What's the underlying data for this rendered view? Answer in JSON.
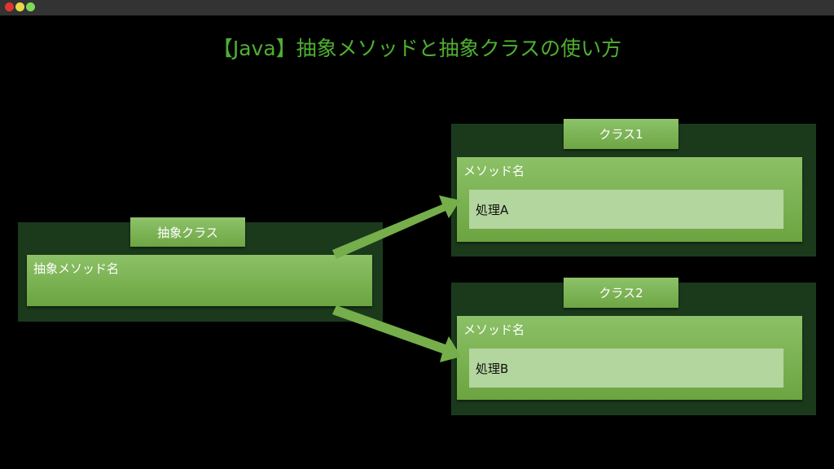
{
  "window": {
    "controls": [
      "close",
      "minimize",
      "maximize"
    ]
  },
  "title": "【Java】抽象メソッドと抽象クラスの使い方",
  "abstract": {
    "label": "抽象クラス",
    "method": "抽象メソッド名"
  },
  "classes": [
    {
      "label": "クラス1",
      "method": "メソッド名",
      "process": "処理A"
    },
    {
      "label": "クラス2",
      "method": "メソッド名",
      "process": "処理B"
    }
  ],
  "colors": {
    "title": "#4fb030",
    "outer": "#1b3a1c",
    "box": "#7cb455",
    "process": "#b3d59e"
  }
}
